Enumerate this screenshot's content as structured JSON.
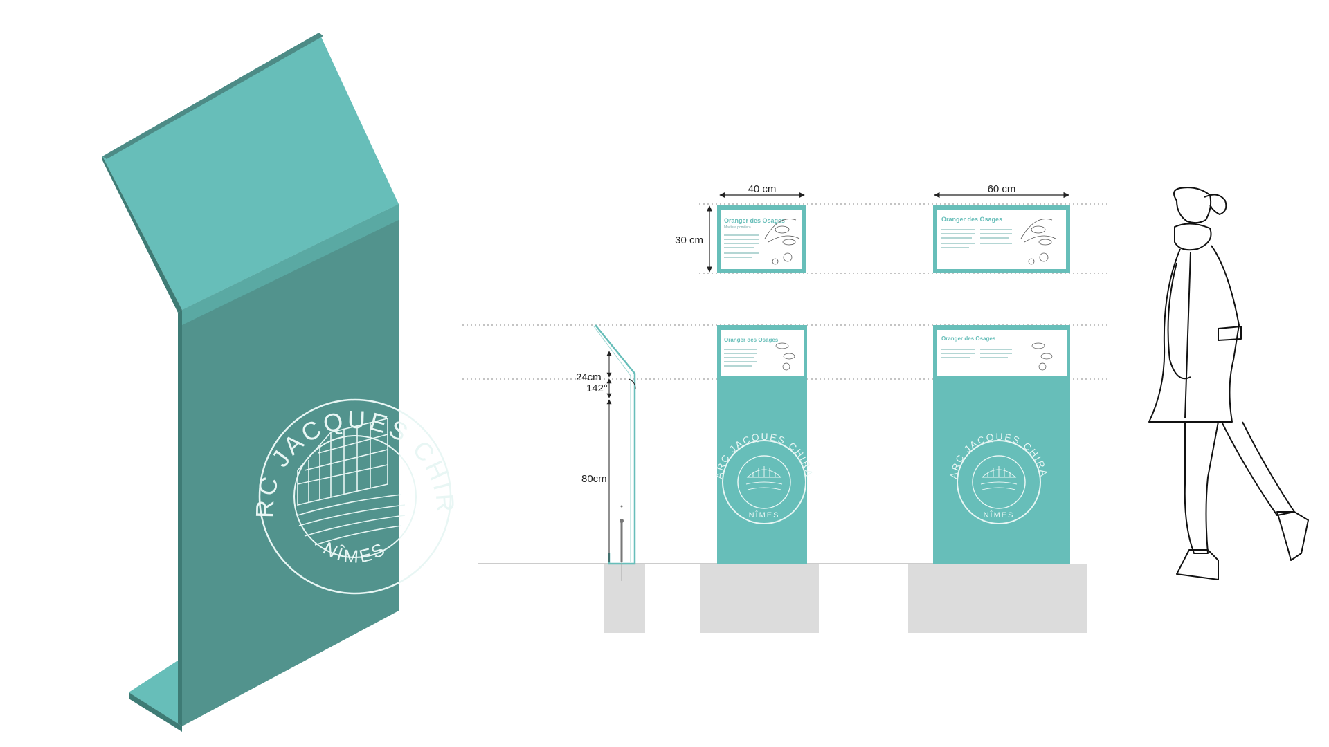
{
  "colors": {
    "teal_light": "#67beb9",
    "teal_dark": "#52938d",
    "teal_mid": "#5aa9a3",
    "plinth": "#dcdcdc",
    "ink": "#222222"
  },
  "seal": {
    "top_text": "PARC JACQUES CHIRAC",
    "bottom_text": "NÎMES"
  },
  "panel": {
    "title": "Oranger des Osages",
    "subtitle": "Maclura pomifera"
  },
  "dimensions": {
    "width_small": "40 cm",
    "width_large": "60 cm",
    "height_panel": "30 cm",
    "side_top": "24cm",
    "side_angle": "142°",
    "side_height": "80cm"
  }
}
